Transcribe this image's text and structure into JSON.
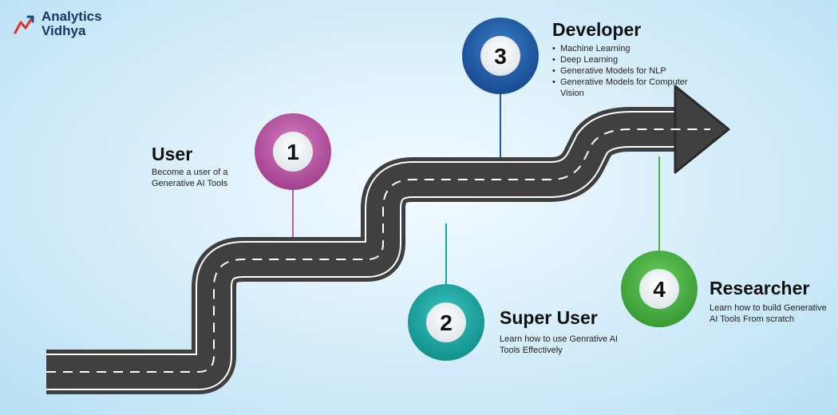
{
  "logo": {
    "line1": "Analytics",
    "line2": "Vidhya"
  },
  "colors": {
    "stage1": "#b85aa4",
    "stage2": "#1aa7a4",
    "stage3": "#1f5ea7",
    "stage4": "#4bb548",
    "road": "#404040"
  },
  "stages": [
    {
      "number": "1",
      "title": "User",
      "description": "Become a user of a Generative AI Tools"
    },
    {
      "number": "2",
      "title": "Super User",
      "description": "Learn how to use Genrative AI Tools Effectively"
    },
    {
      "number": "3",
      "title": "Developer",
      "items": [
        "Machine Learning",
        "Deep Learning",
        "Generative Models for NLP",
        "Generative Models for Computer Vision"
      ]
    },
    {
      "number": "4",
      "title": "Researcher",
      "description": "Learn how to build Generative AI Tools From scratch"
    }
  ]
}
